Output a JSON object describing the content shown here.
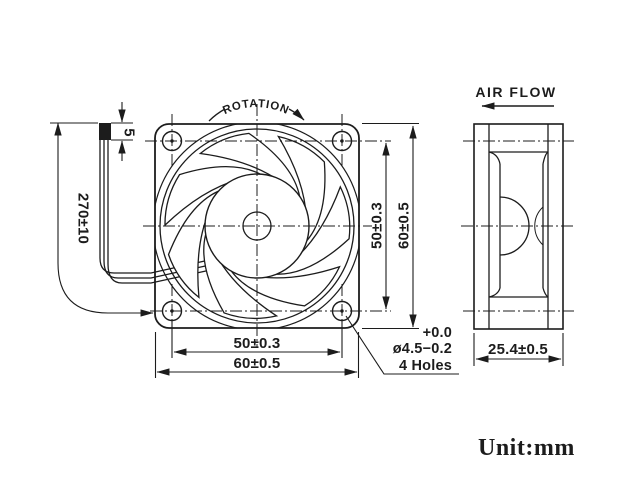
{
  "drawing": {
    "front_view": {
      "rotation_label": "ROTATION",
      "wire_length": "270±10",
      "wire_width": "5",
      "hole_pitch_horizontal": "50±0.3",
      "body_width": "60±0.5",
      "hole_pitch_vertical": "50±0.3",
      "body_height": "60±0.5",
      "hole_note": {
        "line1": "+0.0",
        "line2": "ø4.5−0.2",
        "line3": "4 Holes"
      }
    },
    "side_view": {
      "airflow_label": "AIR FLOW",
      "depth": "25.4±0.5"
    },
    "unit_note": "Unit:mm",
    "colors": {
      "line": "#1c1c1c",
      "background": "#ffffff"
    }
  }
}
